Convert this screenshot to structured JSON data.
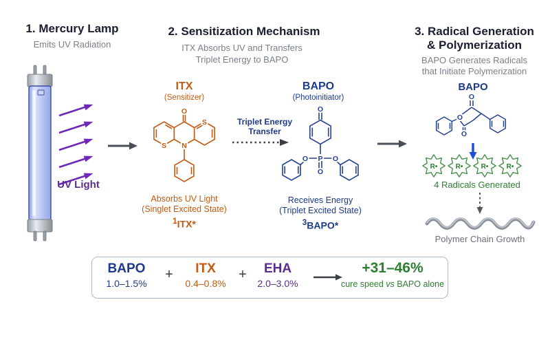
{
  "section1": {
    "title": "1. Mercury Lamp",
    "subtitle": "Emits UV Radiation",
    "uv_label": "UV Light"
  },
  "section2": {
    "title": "2. Sensitization Mechanism",
    "subtitle_line1": "ITX Absorbs UV and Transfers",
    "subtitle_line2": "Triplet Energy to BAPO",
    "itx": {
      "name": "ITX",
      "role": "(Sensitizer)",
      "caption_line1": "Absorbs UV Light",
      "caption_line2": "(Singlet Excited State)",
      "excited_prefix": "1",
      "excited": "ITX*"
    },
    "transfer": {
      "line1": "Triplet Energy",
      "line2": "Transfer"
    },
    "bapo": {
      "name": "BAPO",
      "role": "(Photoinitiator)",
      "caption_line1": "Receives Energy",
      "caption_line2": "(Triplet Excited State)",
      "excited_prefix": "3",
      "excited": "BAPO*"
    }
  },
  "section3": {
    "title_line1": "3. Radical Generation",
    "title_line2": "& Polymerization",
    "subtitle_line1": "BAPO Generates Radicals",
    "subtitle_line2": "that Initiate Polymerization",
    "bapo_label": "BAPO",
    "radical": "R•",
    "radicals_caption": "4 Radicals Generated",
    "polymer_caption": "Polymer Chain Growth"
  },
  "atoms": {
    "o": "O",
    "s": "S",
    "n": "N",
    "p": "P"
  },
  "formula": {
    "bapo_name": "BAPO",
    "bapo_range": "1.0–1.5%",
    "plus": "+",
    "itx_name": "ITX",
    "itx_range": "0.4–0.8%",
    "eha_name": "EHA",
    "eha_range": "2.0–3.0%",
    "result": "+31–46%",
    "result_caption_pre": "cure speed ",
    "result_caption_vs": "vs",
    "result_caption_post": " BAPO alone"
  },
  "colors": {
    "itx_orange": "#c25a12",
    "bapo_blue": "#1e3a8a",
    "uv_purple": "#6d28b8",
    "eha_purple": "#5b2d8e",
    "radical_green": "#2e7d32",
    "arrow_gray": "#4a4f57",
    "heading": "#1a1e30",
    "subtitle_gray": "#7a8089",
    "box_border": "#a9bdd2"
  }
}
